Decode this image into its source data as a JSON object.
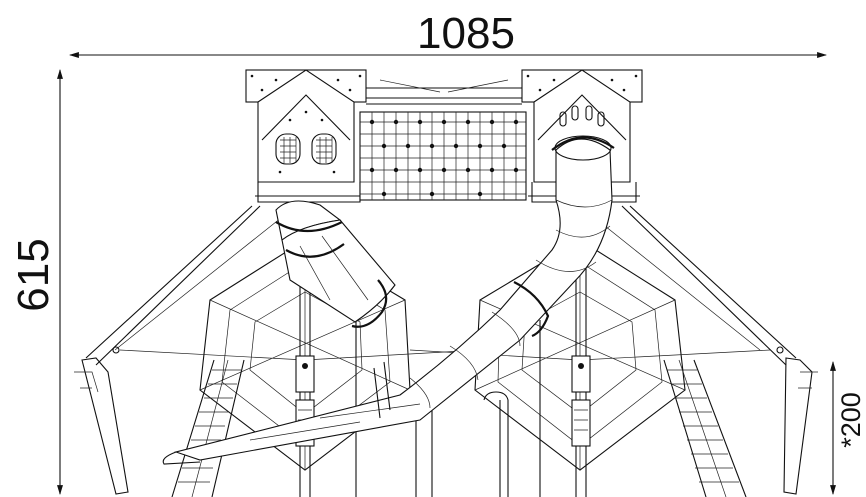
{
  "dimensions": {
    "width_label": "1085",
    "height_label": "615",
    "side_label": "*200"
  }
}
